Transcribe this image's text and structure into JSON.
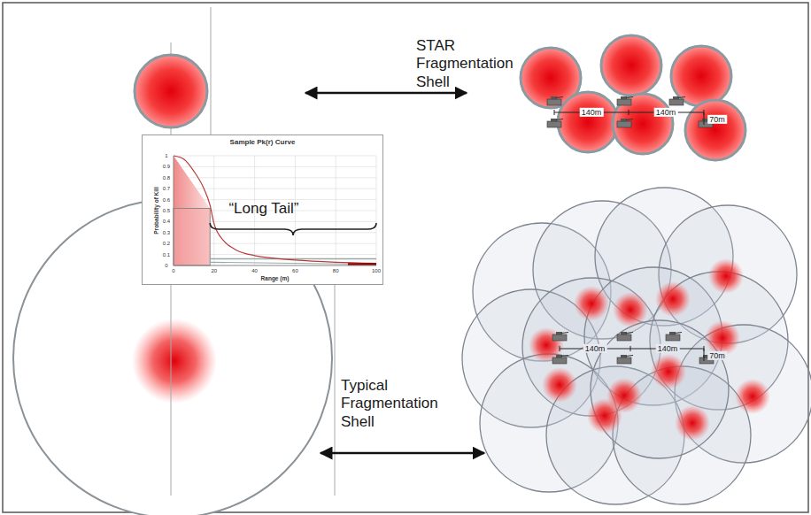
{
  "diagram": {
    "nodes": [
      {
        "text": [
          "Sample Pk(r) Curve"
        ]
      }
    ],
    "labels": [
      "STAR Fragmentation Shell",
      "Typical Fragmentation Shell",
      "140m",
      "140m",
      "70m",
      "140m",
      "140m",
      "70m",
      "“Long Tail”",
      "Probability of Kill",
      "Range (m)",
      "0",
      "0.1",
      "0.2",
      "0.3",
      "0.4",
      "0.5",
      "0.6",
      "0.7",
      "0.8",
      "0.9",
      "1",
      "0",
      "20",
      "40",
      "60",
      "80",
      "100"
    ]
  }
}
